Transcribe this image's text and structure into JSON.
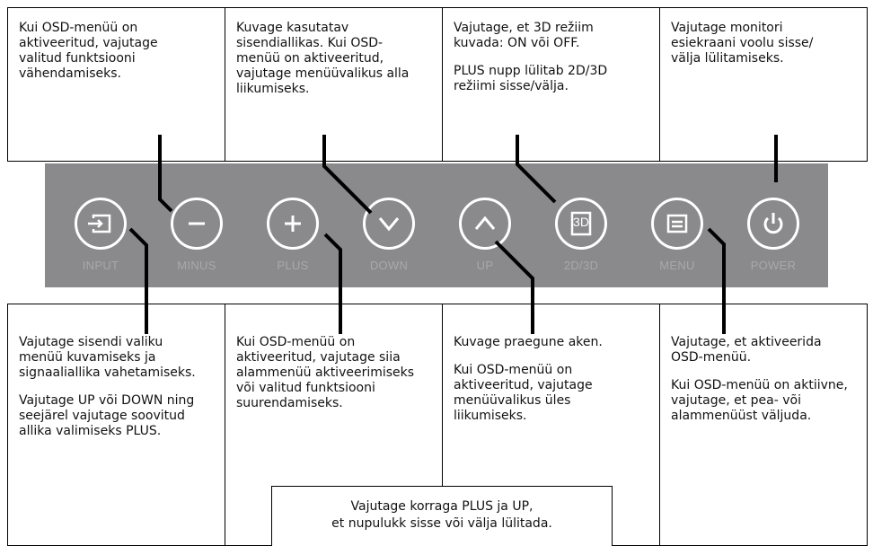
{
  "top_boxes": [
    [
      "Kui OSD-menüü on\naktiveeritud, vajutage\nvalitud funktsiooni\nvähendamiseks."
    ],
    [
      "Kuvage kasutatav\nsisendiallikas. Kui OSD-\nmenüü on aktiveeritud,\nvajutage menüüvalikus alla\nliikumiseks."
    ],
    [
      "Vajutage, et 3D režiim\nkuvada: ON või OFF.",
      "PLUS nupp lülitab 2D/3D\nrežiimi sisse/välja."
    ],
    [
      "Vajutage monitori\nesiekraani voolu sisse/\nvälja lülitamiseks."
    ]
  ],
  "buttons": [
    {
      "label": "INPUT",
      "icon": "input-icon"
    },
    {
      "label": "MINUS",
      "icon": "minus-icon"
    },
    {
      "label": "PLUS",
      "icon": "plus-icon"
    },
    {
      "label": "DOWN",
      "icon": "chevron-down-icon"
    },
    {
      "label": "UP",
      "icon": "chevron-up-icon"
    },
    {
      "label": "2D/3D",
      "icon": "3d-icon",
      "icon_text": "3D"
    },
    {
      "label": "MENU",
      "icon": "menu-icon"
    },
    {
      "label": "POWER",
      "icon": "power-icon"
    }
  ],
  "bottom_boxes": [
    [
      "Vajutage sisendi valiku\nmenüü kuvamiseks ja\nsignaaliallika vahetamiseks.",
      "Vajutage UP või DOWN ning\nseejärel vajutage soovitud\nallika valimiseks PLUS."
    ],
    [
      "Kui OSD-menüü on\naktiveeritud, vajutage siia\nalammenüü aktiveerimiseks\nvõi valitud funktsiooni\nsuurendamiseks."
    ],
    [
      "Kuvage praegune aken.",
      "Kui OSD-menüü on\naktiveeritud, vajutage\nmenüüvalikus üles\nliikumiseks."
    ],
    [
      "Vajutage, et aktiveerida\nOSD-menüü.",
      "Kui OSD-menüü on aktiivne,\nvajutage, et pea- või\nalammenüüst väljuda."
    ]
  ],
  "note": [
    "Vajutage korraga PLUS ja UP,",
    "et nupulukk sisse või välja lülitada."
  ]
}
